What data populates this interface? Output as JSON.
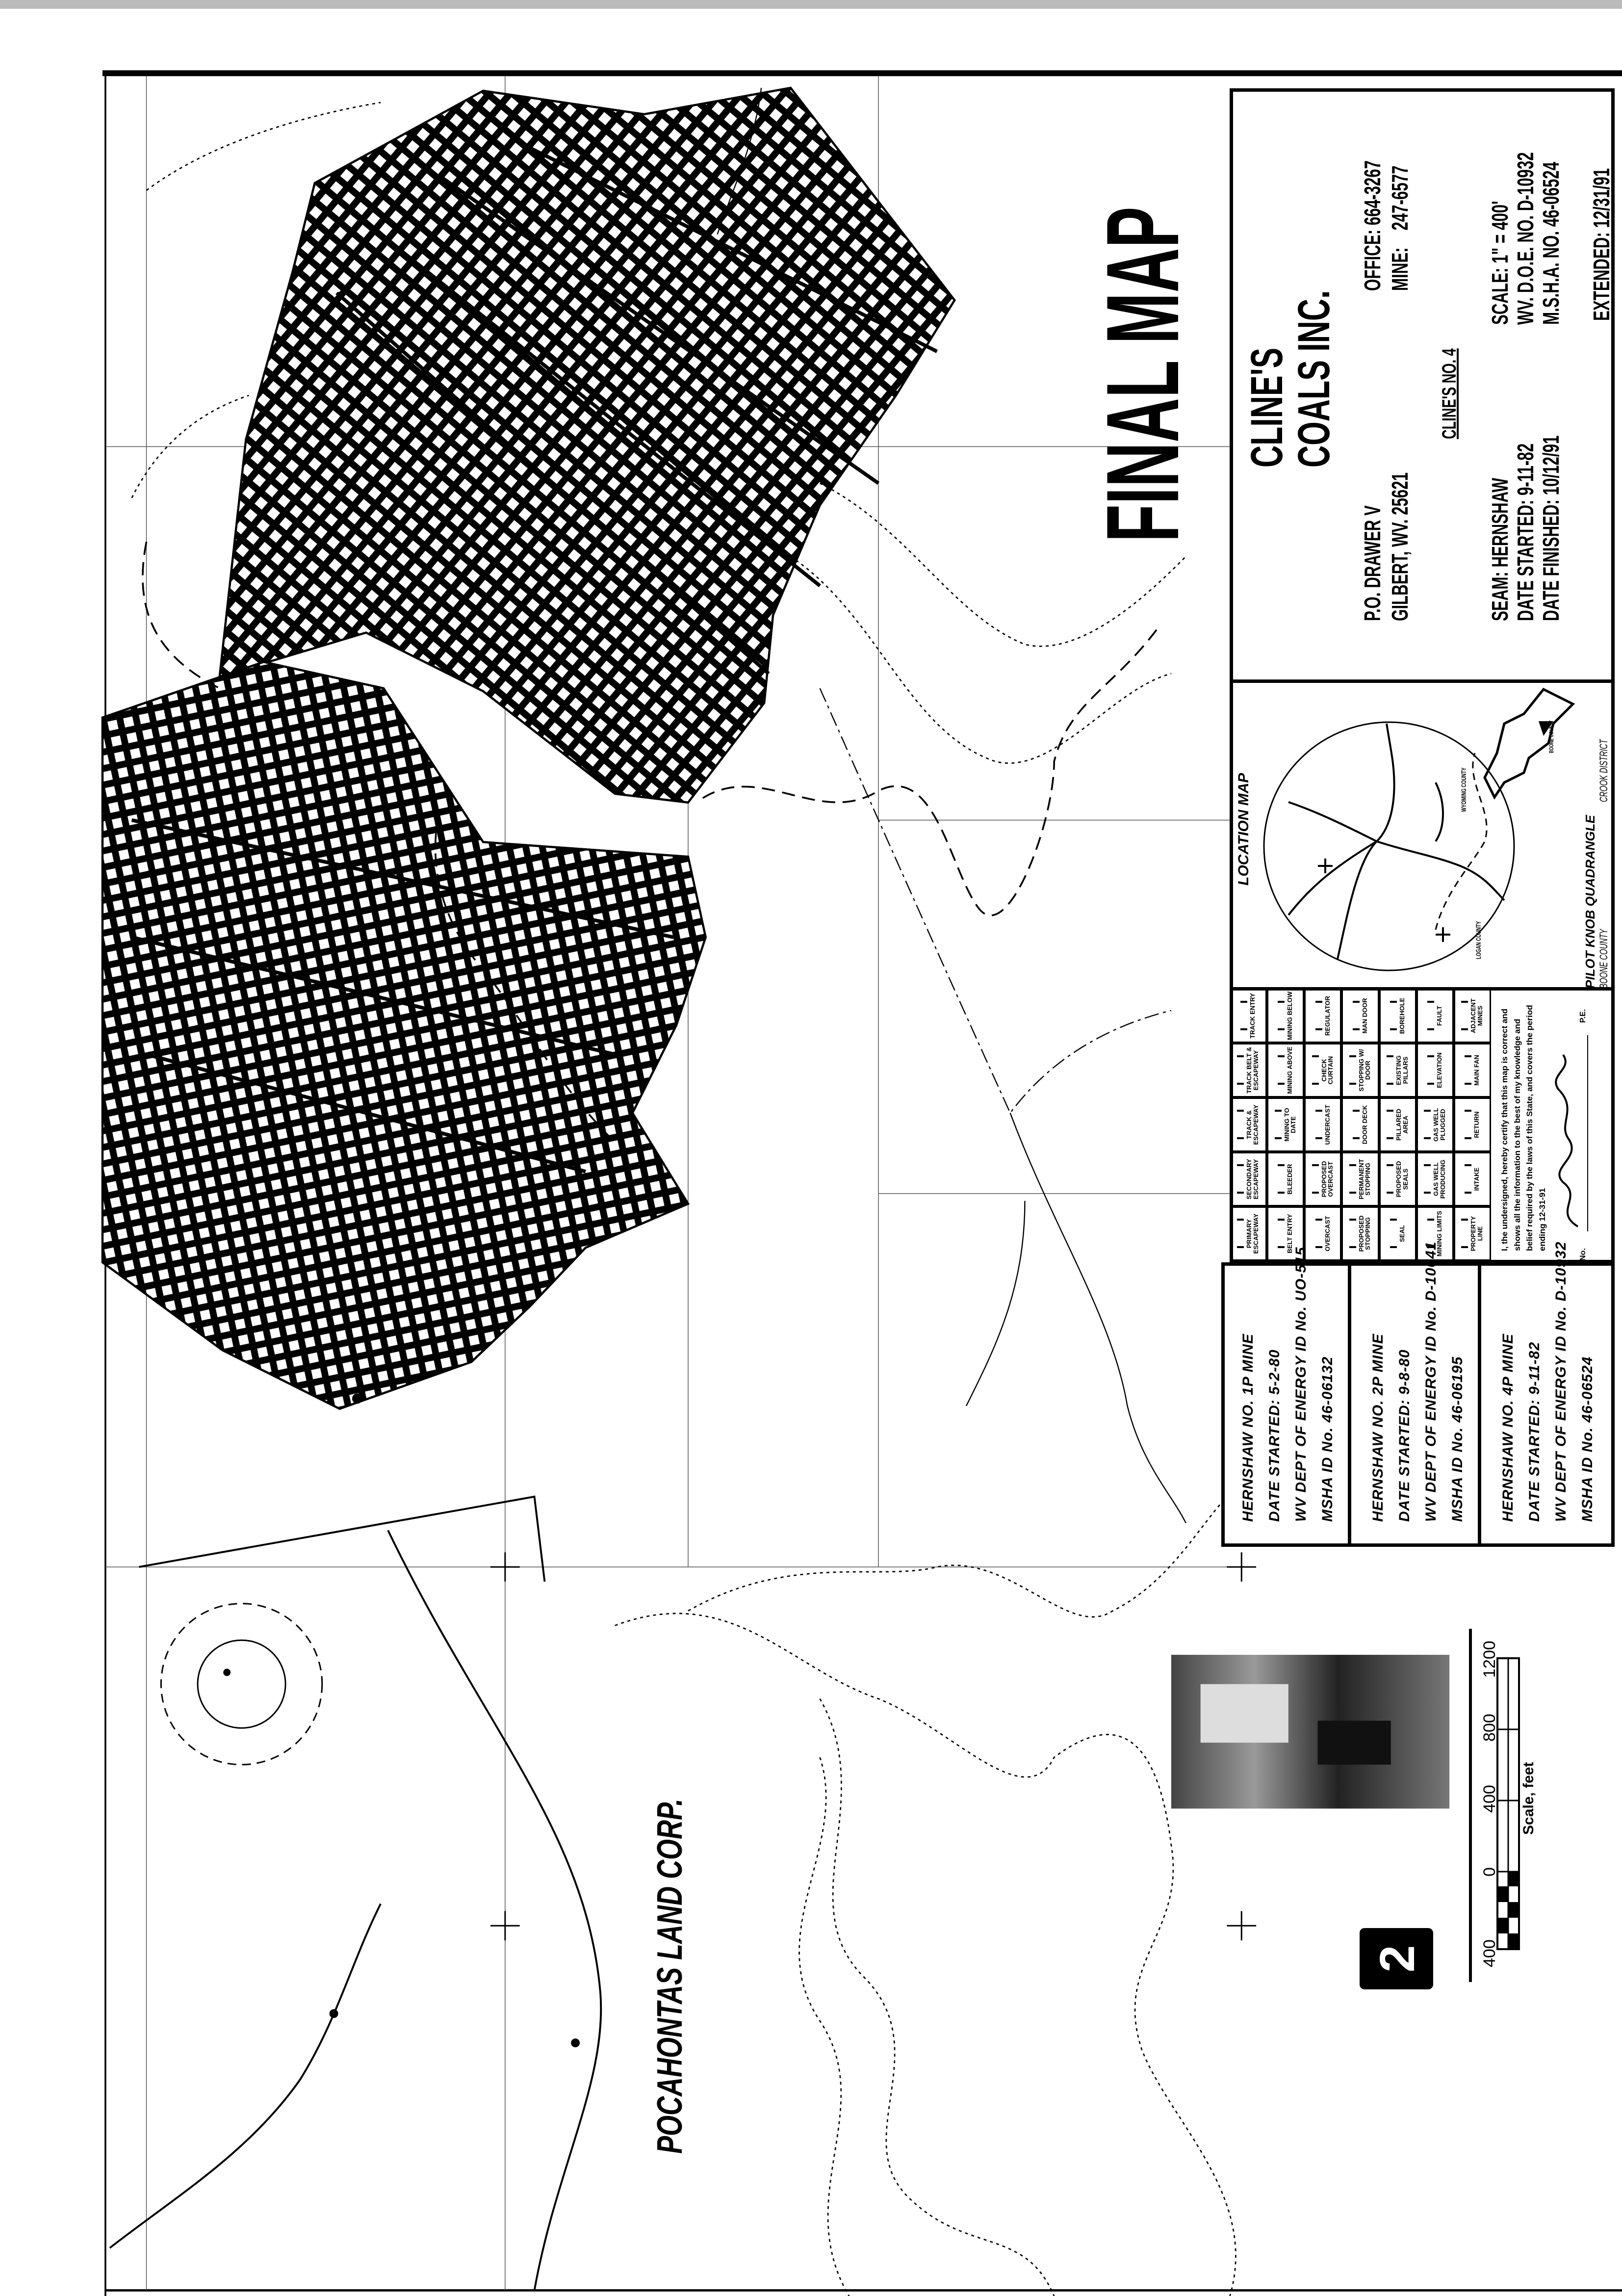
{
  "map_title": "FINAL MAP",
  "title_block": {
    "company_line1": "CLINE'S",
    "company_line2": "COALS INC.",
    "address_line1": "P.O. DRAWER V",
    "address_line2": "GILBERT, WV.  25621",
    "phone_office": "OFFICE: 664-3267",
    "phone_mine": "MINE:    247-6577",
    "mine_name": "CLINE'S NO. 4",
    "seam": "SEAM: HERNSHAW",
    "date_started": "DATE STARTED: 9-11-82",
    "date_finished": "DATE FINISHED: 10/12/91",
    "scale": "SCALE: 1\" = 400'",
    "wv_doe": "WV. D.O.E. NO. D-10932",
    "msha": "M.S.H.A. NO. 46-06524",
    "extended": "EXTENDED: 12/31/91"
  },
  "location_map": {
    "title": "LOCATION MAP",
    "quadrangle": "PILOT KNOB QUADRANGLE",
    "county_note": "BOONE COUNTY",
    "district_note": "CROOK DISTRICT",
    "labels": [
      "WYOMING COUNTY",
      "LOGAN COUNTY",
      "BOONE COUNTY"
    ]
  },
  "legend": {
    "rows": [
      [
        "PRIMARY ESCAPEWAY",
        "SECONDARY ESCAPEWAY",
        "TRACK & ESCAPEWAY",
        "TRACK BELT & ESCAPEWAY",
        "TRACK ENTRY"
      ],
      [
        "BELT ENTRY",
        "BLEEDER",
        "MINING TO DATE",
        "MINING ABOVE",
        "MINING BELOW"
      ],
      [
        "OVERCAST",
        "PROPOSED OVERCAST",
        "UNDERCAST",
        "CHECK CURTAIN",
        "REGULATOR"
      ],
      [
        "PROPOSED STOPPING",
        "PERMANENT STOPPING",
        "DOOR DECK",
        "STOPPING W/ DOOR",
        "MAN DOOR"
      ],
      [
        "SEAL",
        "PROPOSED SEALS",
        "PILLARED AREA",
        "EXISTING PILLARS",
        "BOREHOLE"
      ],
      [
        "MINING LIMITS",
        "GAS WELL PRODUCING",
        "GAS WELL PLUGGED",
        "ELEVATION",
        "FAULT"
      ],
      [
        "PROPERTY LINE",
        "INTAKE",
        "RETURN",
        "MAIN FAN",
        "ADJACENT MINES"
      ]
    ],
    "certification": "I, the undersigned, hereby certify that this map is correct and shows all the information to the best of my knowledge and belief required by the laws of this State, and covers the period ending 12-31-91",
    "pe_suffix": "P.E.",
    "reg_no_label": "No."
  },
  "mines": [
    {
      "name": "HERNSHAW NO. 1P MINE",
      "started": "DATE STARTED: 5-2-80",
      "wv_id": "WV DEPT OF ENERGY ID No. UO-515",
      "msha_id": "MSHA ID No. 46-06132"
    },
    {
      "name": "HERNSHAW NO. 2P MINE",
      "started": "DATE STARTED: 9-8-80",
      "wv_id": "WV DEPT OF ENERGY ID No. D-10641",
      "msha_id": "MSHA ID No. 46-06195"
    },
    {
      "name": "HERNSHAW NO. 4P MINE",
      "started": "DATE STARTED: 9-11-82",
      "wv_id": "WV DEPT OF ENERGY ID No. D-10932",
      "msha_id": "MSHA ID No. 46-06524"
    }
  ],
  "owner_label": "POCAHONTAS LAND CORP.",
  "scale_bar": {
    "ticks": [
      "400",
      "0",
      "400",
      "800",
      "1200"
    ],
    "unit_label": "Scale, feet"
  },
  "sheet_number": "2"
}
